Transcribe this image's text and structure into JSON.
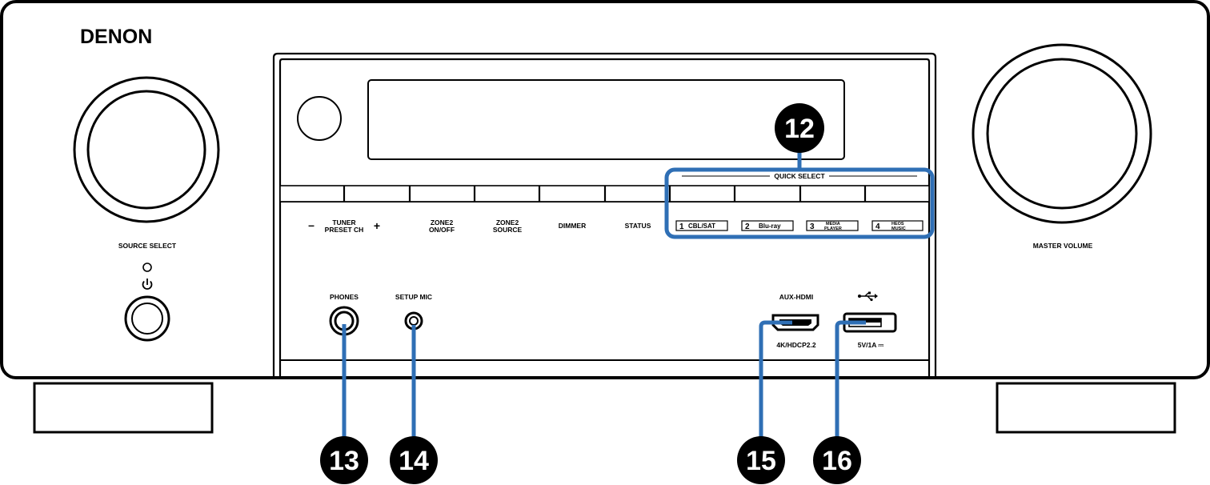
{
  "brand": "DENON",
  "knobs": {
    "source_select": "SOURCE SELECT",
    "master_volume": "MASTER VOLUME"
  },
  "buttons": {
    "tuner_minus": "–",
    "tuner_line1": "TUNER",
    "tuner_line2": "PRESET CH",
    "tuner_plus": "+",
    "zone2_onoff_line1": "ZONE2",
    "zone2_onoff_line2": "ON/OFF",
    "zone2_source_line1": "ZONE2",
    "zone2_source_line2": "SOURCE",
    "dimmer": "DIMMER",
    "status": "STATUS"
  },
  "quick_select": {
    "title": "QUICK SELECT",
    "items": [
      {
        "num": "1",
        "label": "CBL/SAT"
      },
      {
        "num": "2",
        "label": "Blu-ray"
      },
      {
        "num": "3",
        "label_line1": "MEDIA",
        "label_line2": "PLAYER"
      },
      {
        "num": "4",
        "label_line1": "HEOS",
        "label_line2": "MUSIC"
      }
    ]
  },
  "jacks": {
    "phones": "PHONES",
    "setup_mic": "SETUP MIC",
    "aux_hdmi": "AUX-HDMI",
    "aux_hdmi_spec": "4K/HDCP2.2",
    "usb_spec": "5V/1A ⎓"
  },
  "callouts": [
    "12",
    "13",
    "14",
    "15",
    "16"
  ],
  "colors": {
    "callout_line": "#2f6fb5",
    "callout_circle": "#000000",
    "outline": "#000000"
  }
}
